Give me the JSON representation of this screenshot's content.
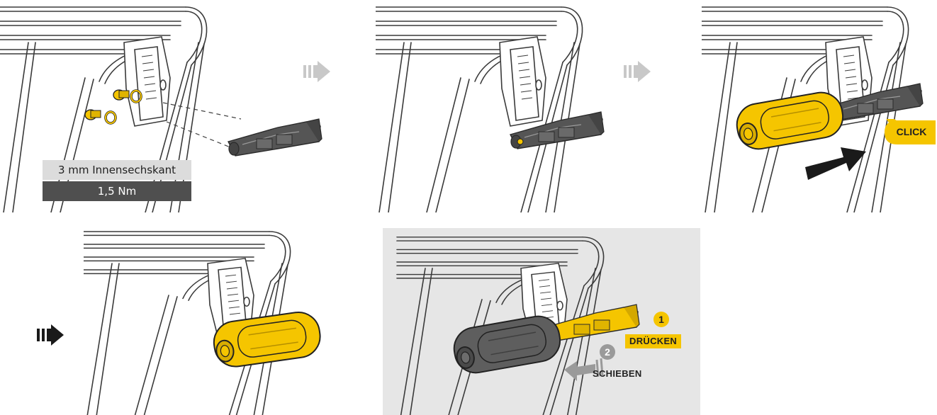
{
  "panels": [
    {
      "id": "step-1",
      "labels": {
        "tool": "3 mm Innensechskant",
        "torque": "1,5 Nm"
      }
    },
    {
      "id": "step-2"
    },
    {
      "id": "step-3",
      "callout": "CLICK"
    },
    {
      "id": "step-4"
    },
    {
      "id": "step-5-removal",
      "steps": [
        {
          "number": "1",
          "label": "DRÜCKEN"
        },
        {
          "number": "2",
          "label": "SCHIEBEN"
        }
      ]
    }
  ],
  "colors": {
    "accent": "#f5c500",
    "mount": "#555555",
    "removal_bg": "#e6e6e6",
    "arrow": "#c8c8c8"
  },
  "icons": [
    "step-arrow-icon",
    "push-arrow-icon",
    "slide-arrow-icon"
  ]
}
